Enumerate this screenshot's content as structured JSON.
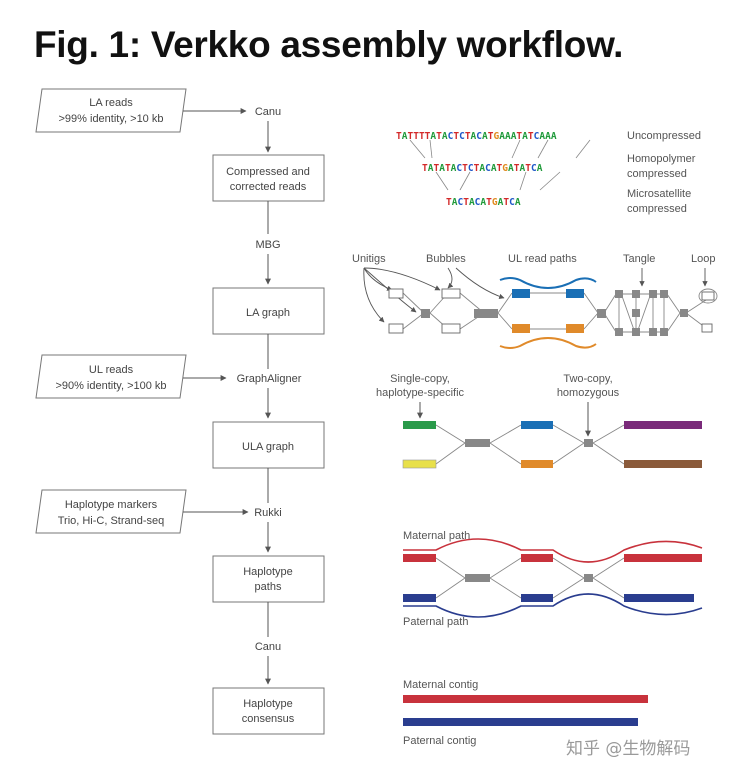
{
  "title": "Fig. 1: Verkko assembly workflow.",
  "flow": {
    "la_reads": [
      "LA reads",
      ">99% identity, >10 kb"
    ],
    "canu_1": "Canu",
    "compressed": [
      "Compressed and",
      "corrected reads"
    ],
    "mbg": "MBG",
    "la_graph": "LA graph",
    "ul_reads": [
      "UL reads",
      ">90% identity, >100 kb"
    ],
    "graphaligner": "GraphAligner",
    "ula_graph": "ULA graph",
    "hap_markers": [
      "Haplotype markers",
      "Trio, Hi-C, Strand-seq"
    ],
    "rukki": "Rukki",
    "hap_paths": [
      "Haplotype",
      "paths"
    ],
    "canu_2": "Canu",
    "hap_consensus": [
      "Haplotype",
      "consensus"
    ]
  },
  "compression": {
    "seq_uncompressed": "TATTTTATACTCTACATGAAATATCAAA",
    "seq_homopolymer": "TATATACTCTACATGATATCA",
    "seq_microsatellite": "TACTACATGATCA",
    "label_uncompressed": "Uncompressed",
    "label_homopolymer": [
      "Homopolymer",
      "compressed"
    ],
    "label_microsatellite": [
      "Microsatellite",
      "compressed"
    ],
    "base_colors": {
      "A": "#1f9a3a",
      "C": "#1f57c8",
      "G": "#e08a1e",
      "T": "#d32a2a"
    }
  },
  "graph_labels": {
    "unitigs": "Unitigs",
    "bubbles": "Bubbles",
    "ul_read_paths": "UL read paths",
    "tangle": "Tangle",
    "loop": "Loop"
  },
  "copy_labels": {
    "single_copy": [
      "Single-copy,",
      "haplotype-specific"
    ],
    "two_copy": [
      "Two-copy,",
      "homozygous"
    ]
  },
  "paths": {
    "maternal_path": "Maternal path",
    "paternal_path": "Paternal path"
  },
  "contigs": {
    "maternal_contig": "Maternal contig",
    "paternal_contig": "Paternal contig"
  },
  "colors": {
    "maternal": "#c8323c",
    "paternal": "#2a3d8f",
    "ul_blue": "#1a6fb5",
    "ul_orange": "#e08a2a",
    "green": "#2a9a4a",
    "yellow": "#e8e04a",
    "purple": "#7a2a7a",
    "brown": "#8a5a3a",
    "node_grey": "#888888"
  },
  "watermark": "知乎 @生物解码"
}
